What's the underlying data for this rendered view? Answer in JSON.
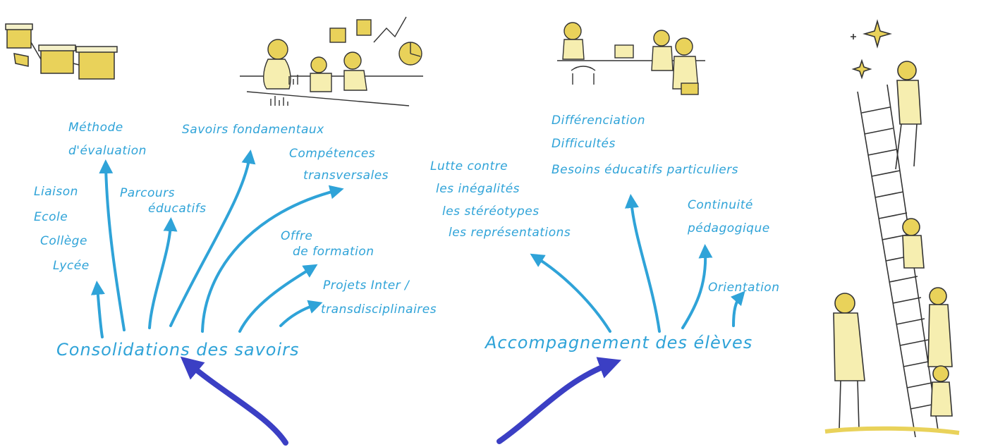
{
  "left_group": {
    "title": "Consolidations des savoirs",
    "items": {
      "methode_1": "Méthode",
      "methode_2": "d'évaluation",
      "savoirs": "Savoirs fondamentaux",
      "competences_1": "Compétences",
      "competences_2": "transversales",
      "liaison": "Liaison",
      "ecole": "Ecole",
      "college": "Collège",
      "lycee": "Lycée",
      "parcours_1": "Parcours",
      "parcours_2": "éducatifs",
      "offre_1": "Offre",
      "offre_2": "de formation",
      "projets_1": "Projets Inter /",
      "projets_2": "transdisciplinaires"
    }
  },
  "right_group": {
    "title": "Accompagnement des élèves",
    "items": {
      "differenciation": "Différenciation",
      "difficultes": "Difficultés",
      "besoins": "Besoins éducatifs particuliers",
      "lutte_1": "Lutte contre",
      "lutte_2": "les inégalités",
      "lutte_3": "les stéréotypes",
      "lutte_4": "les représentations",
      "continuite_1": "Continuité",
      "continuite_2": "pédagogique",
      "orientation": "Orientation"
    }
  },
  "colors": {
    "text": "#2fa3d8",
    "arrows": "#2fa3d8",
    "main_arrows": "#3b3fc4",
    "illustration_yellow": "#e9d25a",
    "ink": "#333333"
  },
  "illustrations": [
    "school-buildings-icon",
    "students-studying-illustration",
    "teacher-with-students-illustration",
    "ladder-climbing-illustration"
  ]
}
